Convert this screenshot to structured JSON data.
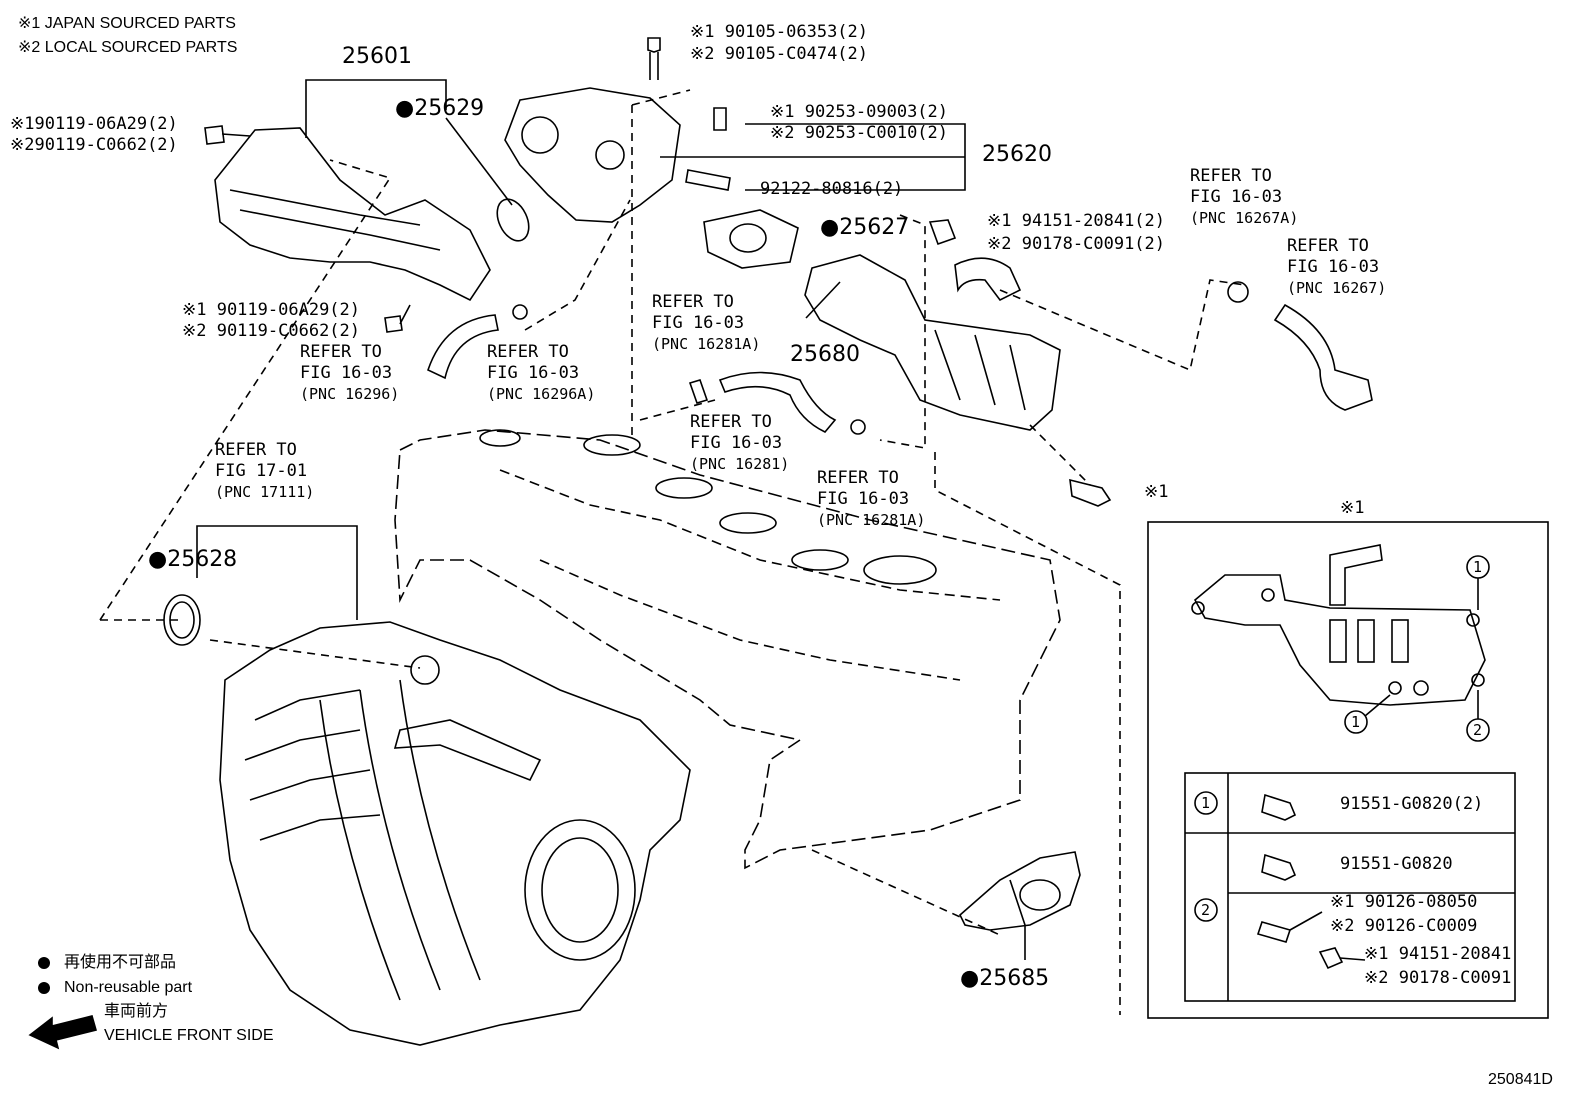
{
  "notes": {
    "japan": "※1 JAPAN SOURCED PARTS",
    "local": "※2 LOCAL SOURCED PARTS"
  },
  "parts": {
    "p25601": "25601",
    "p25629": "●25629",
    "p25620": "25620",
    "p25627": "●25627",
    "p25680": "25680",
    "p25628": "●25628",
    "p25685": "●25685"
  },
  "bolts": {
    "b1a": "※190119-06A29(2)",
    "b1b": "※290119-C0662(2)",
    "b2a": "※1 90119-06A29(2)",
    "b2b": "※2 90119-C0662(2)",
    "b3a": "※1 90105-06353(2)",
    "b3b": "※2 90105-C0474(2)",
    "b4a": "※1 90253-09003(2)",
    "b4b": "※2 90253-C0010(2)",
    "b5": "92122-80816(2)",
    "b6a": "※1 94151-20841(2)",
    "b6b": "※2 90178-C0091(2)",
    "b7": "※1"
  },
  "refs": {
    "r16296": [
      "REFER TO",
      "FIG 16-03",
      "(PNC 16296)"
    ],
    "r16296a": [
      "REFER TO",
      "FIG 16-03",
      "(PNC 16296A)"
    ],
    "r16281a_top": [
      "REFER TO",
      "FIG 16-03",
      "(PNC 16281A)"
    ],
    "r16281": [
      "REFER TO",
      "FIG 16-03",
      "(PNC 16281)"
    ],
    "r16281a_bot": [
      "REFER TO",
      "FIG 16-03",
      "(PNC 16281A)"
    ],
    "r16267a": [
      "REFER TO",
      "FIG 16-03",
      "(PNC 16267A)"
    ],
    "r16267": [
      "REFER TO",
      "FIG 16-03",
      "(PNC 16267)"
    ],
    "r17111": [
      "REFER TO",
      "FIG 17-01",
      "(PNC 17111)"
    ]
  },
  "inset": {
    "title": "※1",
    "marker1": "1",
    "marker2": "2",
    "table": {
      "row1": {
        "id": "1",
        "part": "91551-G0820(2)"
      },
      "row2": {
        "id": "2",
        "part_a": "91551-G0820",
        "part_b1": "※1 90126-08050",
        "part_b2": "※2 90126-C0009",
        "part_c1": "※1 94151-20841",
        "part_c2": "※2 90178-C0091"
      }
    }
  },
  "legend": {
    "jp": "再使用不可部品",
    "en": "Non-reusable part",
    "front_jp": "車両前方",
    "front_en": "VEHICLE FRONT SIDE"
  },
  "figure_id": "250841D"
}
